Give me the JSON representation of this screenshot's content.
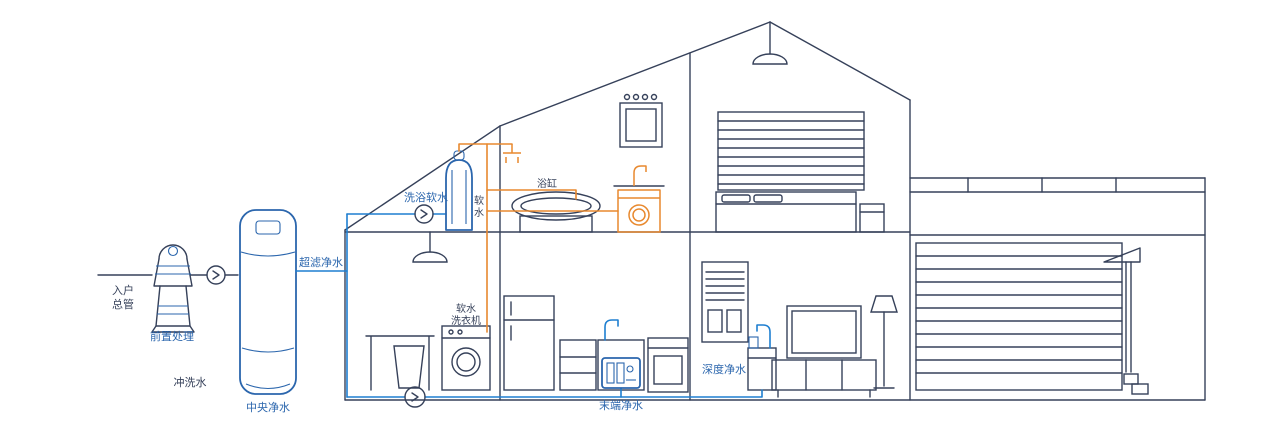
{
  "colors": {
    "outline": "#36415a",
    "device_blue": "#2b66ad",
    "pipe_blue": "#1e7fd0",
    "pipe_orange": "#e8892f",
    "background": "#ffffff"
  },
  "labels": {
    "inlet_1": "入户",
    "inlet_2": "总管",
    "prefilter": "前置处理",
    "central": "中央净水",
    "flush": "冲洗水",
    "ultrafiltration": "超滤净水",
    "bath_soft": "洗浴软水",
    "soft_1": "软",
    "soft_2": "水",
    "bathtub": "浴缸",
    "washer_1": "软水",
    "washer_2": "洗衣机",
    "terminal": "末端净水",
    "deep": "深度净水"
  }
}
